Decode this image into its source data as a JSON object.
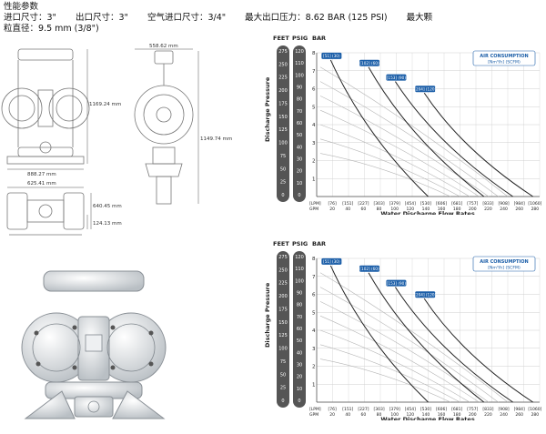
{
  "header": {
    "title": "性能参数",
    "specs": [
      {
        "label": "进口尺寸：",
        "value": "3\""
      },
      {
        "label": "出口尺寸：",
        "value": "3\""
      },
      {
        "label": "空气进口尺寸：",
        "value": "3/4\""
      },
      {
        "label": "最大出口压力：",
        "value": "8.62 BAR (125 PSI)"
      },
      {
        "label": "最大颗",
        "value": ""
      }
    ],
    "line2": "粒直径：9.5 mm (3/8\")"
  },
  "drawings": {
    "dims": {
      "height_front": "1169.24 mm",
      "width_side": "558.62 mm",
      "height_side": "1149.74 mm",
      "width_front": "888.27 mm",
      "width_top": "625.41 mm",
      "depth_top": "640.45 mm",
      "base_depth": "124.13 mm"
    }
  },
  "charts": [
    {
      "pressure_units": [
        "FEET",
        "PSIG",
        "BAR"
      ],
      "feet_ticks": [
        "275",
        "250",
        "225",
        "200",
        "175",
        "150",
        "125",
        "100",
        "75",
        "50",
        "25",
        "0"
      ],
      "psig_ticks": [
        "120",
        "110",
        "100",
        "90",
        "80",
        "70",
        "60",
        "50",
        "40",
        "30",
        "20",
        "10",
        "0"
      ],
      "bar_ticks": [
        "8",
        "7",
        "6",
        "5",
        "4",
        "3",
        "2",
        "1"
      ],
      "ylabel": "Discharge Pressure",
      "lpm_unit": "LPM",
      "lpm_ticks": [
        "76",
        "151",
        "227",
        "303",
        "379",
        "454",
        "530",
        "606",
        "681",
        "757",
        "833",
        "908",
        "984",
        "1060"
      ],
      "gpm_unit": "GPM",
      "gpm_ticks": [
        "20",
        "40",
        "60",
        "80",
        "100",
        "120",
        "140",
        "160",
        "180",
        "200",
        "220",
        "240",
        "260",
        "280"
      ],
      "xlabel": "Water Discharge Flow Rates",
      "legend_title": "AIR CONSUMPTION",
      "legend_units": "[Nm³/h] (SCFM)",
      "air_labels": [
        "51",
        "102",
        "153",
        "204"
      ],
      "air_scfm": [
        "30",
        "60",
        "90",
        "120"
      ]
    },
    {
      "pressure_units": [
        "FEET",
        "PSIG",
        "BAR"
      ],
      "feet_ticks": [
        "275",
        "250",
        "225",
        "200",
        "175",
        "150",
        "125",
        "100",
        "75",
        "50",
        "25",
        "0"
      ],
      "psig_ticks": [
        "120",
        "110",
        "100",
        "90",
        "80",
        "70",
        "60",
        "50",
        "40",
        "30",
        "20",
        "10",
        "0"
      ],
      "bar_ticks": [
        "8",
        "7",
        "6",
        "5",
        "4",
        "3",
        "2",
        "1"
      ],
      "ylabel": "Discharge Pressure",
      "lpm_unit": "LPM",
      "lpm_ticks": [
        "76",
        "151",
        "227",
        "303",
        "379",
        "454",
        "530",
        "606",
        "681",
        "757",
        "833",
        "908",
        "984",
        "1060"
      ],
      "gpm_unit": "GPM",
      "gpm_ticks": [
        "20",
        "40",
        "60",
        "80",
        "100",
        "120",
        "140",
        "160",
        "180",
        "200",
        "220",
        "240",
        "260",
        "280"
      ],
      "xlabel": "Water Discharge Flow Rates",
      "legend_title": "AIR CONSUMPTION",
      "legend_units": "[Nm³/h] (SCFM)",
      "air_labels": [
        "51",
        "102",
        "153",
        "204"
      ],
      "air_scfm": [
        "30",
        "60",
        "90",
        "120"
      ]
    }
  ],
  "colors": {
    "accent": "#1b5ea8",
    "pillar": "#555555",
    "curve": "#222222",
    "grid": "#cfcfcf"
  }
}
